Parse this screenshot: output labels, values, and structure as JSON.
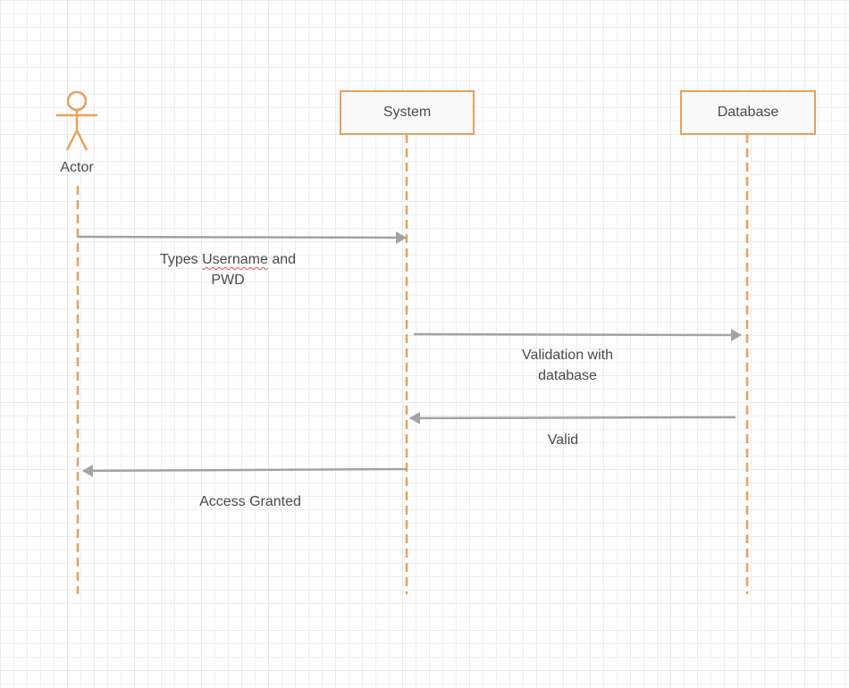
{
  "diagram": {
    "actor": {
      "label": "Actor"
    },
    "participants": [
      {
        "id": "system",
        "label": "System"
      },
      {
        "id": "database",
        "label": "Database"
      }
    ],
    "messages": [
      {
        "from": "actor",
        "to": "system",
        "label_line1": "Types Username and",
        "label_line2": "PWD",
        "label_prefix": "Types ",
        "label_word": "Username",
        "label_suffix": " and"
      },
      {
        "from": "system",
        "to": "database",
        "label_line1": "Validation with",
        "label_line2": "database"
      },
      {
        "from": "database",
        "to": "system",
        "label": "Valid"
      },
      {
        "from": "system",
        "to": "actor",
        "label": "Access Granted"
      }
    ],
    "colors": {
      "lifeline": "#e8a05a",
      "arrow": "#a3a3a3",
      "text": "#4a4a4a",
      "spellcheck_underline": "#e85a5a"
    }
  }
}
